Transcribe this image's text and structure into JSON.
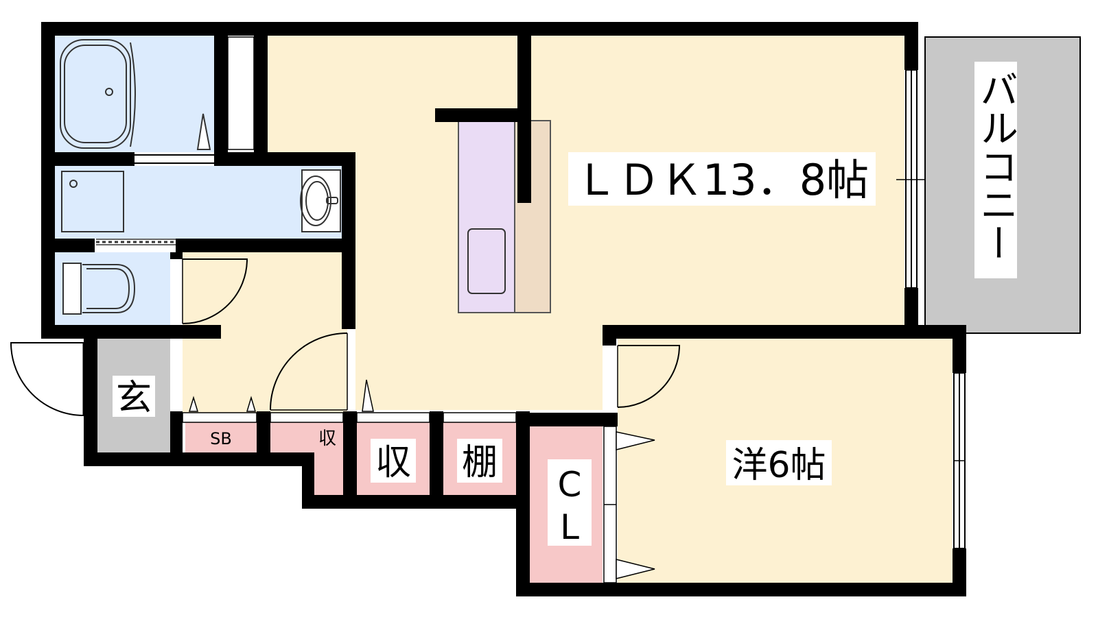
{
  "rooms": {
    "ldk": {
      "label": "ＬＤＫ13．8帖"
    },
    "western": {
      "label": "洋6帖"
    },
    "balcony": {
      "label": "バルコニー"
    },
    "entrance": {
      "label": "玄"
    },
    "shoe_box": {
      "label": "SB"
    },
    "small_storage": {
      "label": "収"
    },
    "storage": {
      "label": "収"
    },
    "shelf": {
      "label": "棚"
    },
    "closet": {
      "label_top": "C",
      "label_bottom": "L"
    }
  },
  "colors": {
    "wall": "#000000",
    "living_floor": "#fdf1d2",
    "wet_area": "#dcebfd",
    "storage": "#f7c8c8",
    "balcony": "#c8c8c8",
    "entrance_floor": "#c8c8c8",
    "kitchen_counter": "#eadcf5",
    "kitchen_top": "#efdcc5"
  }
}
